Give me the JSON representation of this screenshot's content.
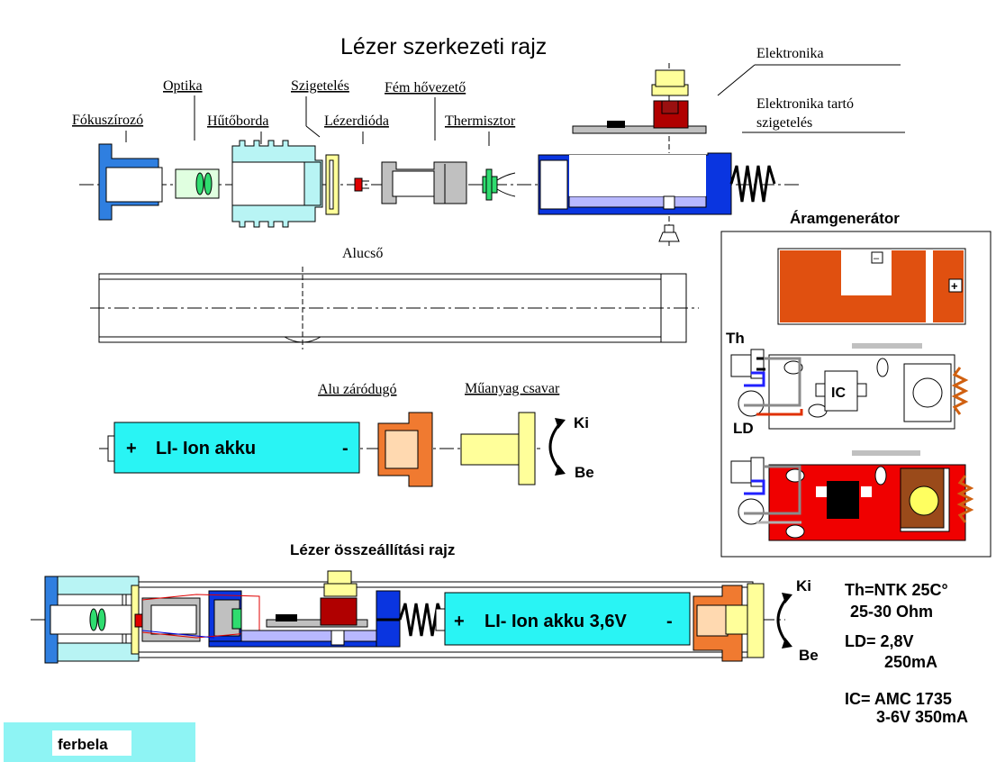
{
  "title": "Lézer szerkezeti rajz",
  "labels": {
    "fokuszirozo": "Fókuszírozó",
    "optika": "Optika",
    "hutoborda": "Hűtőborda",
    "szigeteles": "Szigetelés",
    "lezerdioda": "Lézerdióda",
    "fem_hovezeto": "Fém hővezető",
    "thermisztor": "Thermisztor",
    "elektronika": "Elektronika",
    "elektronika_tarto_1": "Elektronika tartó",
    "elektronika_tarto_2": "szigetelés",
    "alucso": "Alucső",
    "alu_zarodugo": "Alu záródugó",
    "muanyag_csavar": "Műanyag csavar",
    "aramgenerator": "Áramgenerátor",
    "assembly_title": "Lézer összeállítási rajz"
  },
  "battery": {
    "plus": "+",
    "text": "LI- Ion akku",
    "minus": "-"
  },
  "battery2": {
    "plus": "+",
    "text": "LI- Ion akku  3,6V",
    "minus": "-"
  },
  "rotation": {
    "ki": "Ki",
    "be": "Be"
  },
  "circuit": {
    "minus": "–",
    "plus": "+",
    "th": "Th",
    "ld": "LD",
    "ic": "IC"
  },
  "specs": {
    "line1": "Th=NTK 25C°",
    "line2": "25-30 Ohm",
    "line3": "LD= 2,8V",
    "line4": "250mA",
    "line5": "IC= AMC 1735",
    "line6": "3-6V  350mA"
  },
  "author": "ferbela"
}
